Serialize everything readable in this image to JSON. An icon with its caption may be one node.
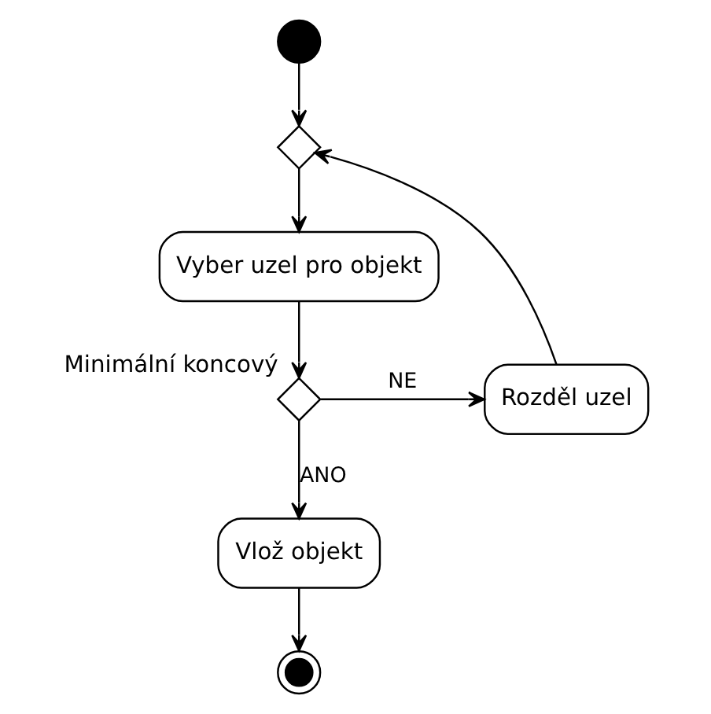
{
  "diagram": {
    "nodes": [
      {
        "text": [],
        "shape": "dot"
      },
      {
        "text": [],
        "shape": "diamond"
      },
      {
        "text": [
          "Vyber uzel pro objekt"
        ]
      },
      {
        "text": [],
        "shape": "diamond",
        "beside": [
          "Minimální koncový"
        ]
      },
      {
        "text": [
          "Rozděl uzel"
        ]
      },
      {
        "text": [
          "Vlož objekt"
        ]
      },
      {
        "text": [],
        "shape": "bullseye"
      }
    ],
    "edges": [
      {
        "from": 0,
        "to": 1,
        "arrow": "to"
      },
      {
        "from": 1,
        "to": 2,
        "arrow": "to"
      },
      {
        "from": 2,
        "to": 3,
        "arrow": "to"
      },
      {
        "from": 3,
        "to": 4,
        "arrow": "to",
        "label": "NE"
      },
      {
        "from": 4,
        "to": 1,
        "arrow": "to"
      },
      {
        "from": 3,
        "to": 5,
        "arrow": "to",
        "label": "ANO"
      },
      {
        "from": 5,
        "to": 6,
        "arrow": "to"
      }
    ]
  }
}
